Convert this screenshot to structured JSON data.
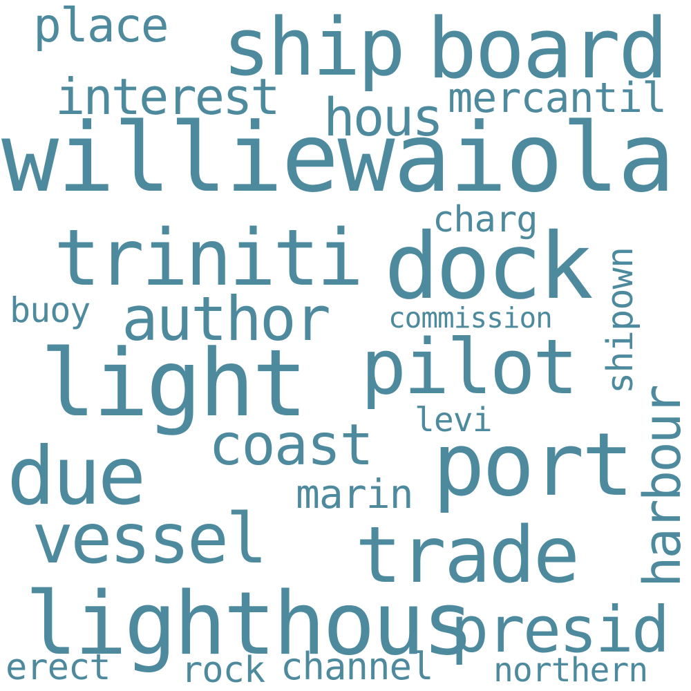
{
  "theme": {
    "word_color": "#4e8a9e",
    "background": "#ffffff"
  },
  "words": {
    "williewaiola": "williewaiola",
    "ship": "ship",
    "board": "board",
    "place": "place",
    "interest": "interest",
    "hous": "hous",
    "mercantil": "mercantil",
    "triniti": "triniti",
    "dock": "dock",
    "charg": "charg",
    "shipown": "shipown",
    "author": "author",
    "buoy": "buoy",
    "commission": "commission",
    "light": "light",
    "pilot": "pilot",
    "harbour": "harbour",
    "levi": "levi",
    "due": "due",
    "coast": "coast",
    "port": "port",
    "marin": "marin",
    "vessel": "vessel",
    "trade": "trade",
    "lighthous": "lighthous",
    "presid": "presid",
    "erect": "erect",
    "rock": "rock",
    "channel": "channel",
    "northern": "northern"
  }
}
